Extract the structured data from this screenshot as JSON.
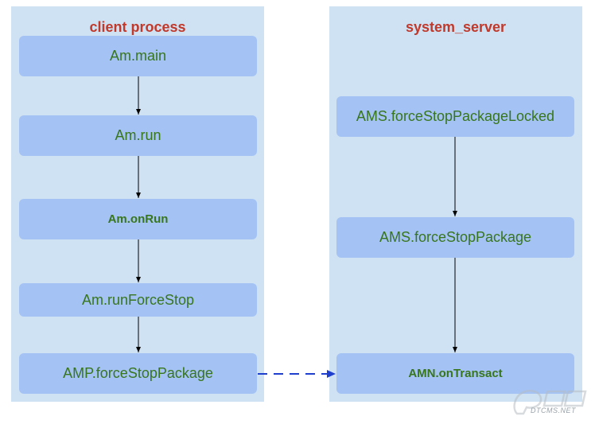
{
  "lanes": {
    "client": {
      "title": "client process"
    },
    "server": {
      "title": "system_server"
    }
  },
  "nodes": {
    "am_main": "Am.main",
    "am_run": "Am.run",
    "am_onrun": "Am.onRun",
    "am_runforcestop": "Am.runForceStop",
    "amp_forcestop": "AMP.forceStopPackage",
    "ams_locked": "AMS.forceStopPackageLocked",
    "ams_forcestop": "AMS.forceStopPackage",
    "amn_ontransact": "AMN.onTransact"
  },
  "watermark": {
    "text": "DTCMS.NET"
  },
  "colors": {
    "lane_bg": "#cfe2f3",
    "node_bg": "#a4c2f4",
    "node_text": "#38761d",
    "title_text": "#c0392b",
    "ipc_arrow": "#1f3fcf"
  }
}
